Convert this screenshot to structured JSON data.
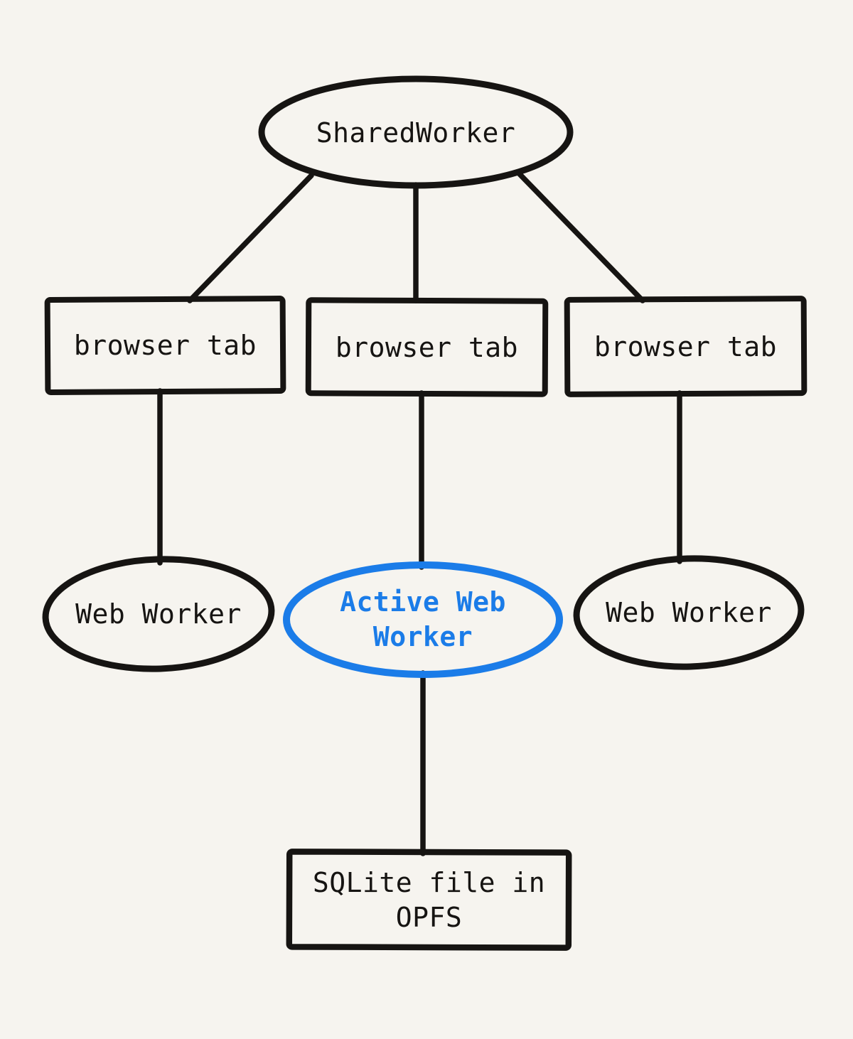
{
  "diagram": {
    "colors": {
      "bg": "#f6f4ef",
      "ink": "#161412",
      "accent": "#1b7ce8"
    },
    "nodes": {
      "shared_worker": {
        "label": "SharedWorker",
        "shape": "ellipse",
        "color": "ink"
      },
      "browser_tab_1": {
        "label": "browser tab",
        "shape": "rectangle",
        "color": "ink"
      },
      "browser_tab_2": {
        "label": "browser tab",
        "shape": "rectangle",
        "color": "ink"
      },
      "browser_tab_3": {
        "label": "browser tab",
        "shape": "rectangle",
        "color": "ink"
      },
      "web_worker_1": {
        "label": "Web Worker",
        "shape": "ellipse",
        "color": "ink"
      },
      "active_web_worker": {
        "label": "Active Web Worker",
        "shape": "ellipse",
        "color": "accent"
      },
      "web_worker_2": {
        "label": "Web Worker",
        "shape": "ellipse",
        "color": "ink"
      },
      "sqlite_file": {
        "label": "SQLite file in OPFS",
        "shape": "rectangle",
        "color": "ink"
      }
    },
    "edges": [
      {
        "from": "shared_worker",
        "to": "browser_tab_1"
      },
      {
        "from": "shared_worker",
        "to": "browser_tab_2"
      },
      {
        "from": "shared_worker",
        "to": "browser_tab_3"
      },
      {
        "from": "browser_tab_1",
        "to": "web_worker_1"
      },
      {
        "from": "browser_tab_2",
        "to": "active_web_worker"
      },
      {
        "from": "browser_tab_3",
        "to": "web_worker_2"
      },
      {
        "from": "active_web_worker",
        "to": "sqlite_file"
      }
    ]
  }
}
